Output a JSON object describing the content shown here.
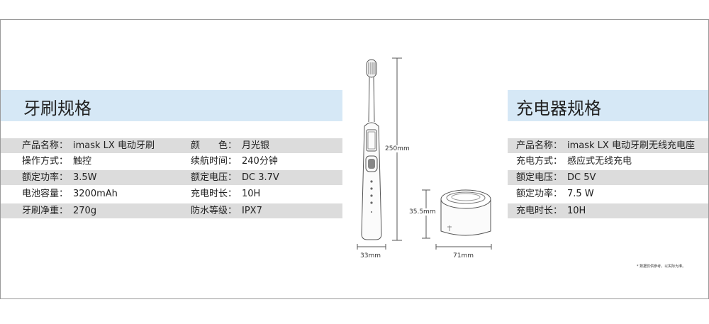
{
  "brush": {
    "title": "牙刷规格",
    "specs": [
      {
        "label": "产品名称：",
        "value": "imask LX 电动牙刷",
        "label2": "颜　　色：",
        "value2": "月光银"
      },
      {
        "label": "操作方式：",
        "value": "触控",
        "label2": "续航时间：",
        "value2": "240分钟"
      },
      {
        "label": "额定功率：",
        "value": "3.5W",
        "label2": "额定电压：",
        "value2": "DC 3.7V"
      },
      {
        "label": "电池容量：",
        "value": "3200mAh",
        "label2": "充电时长：",
        "value2": "10H"
      },
      {
        "label": "牙刷净重：",
        "value": "270g",
        "label2": "防水等级：",
        "value2": "IPX7"
      }
    ]
  },
  "charger": {
    "title": "充电器规格",
    "specs": [
      {
        "label": "产品名称：",
        "value": "imask LX 电动牙刷无线充电座"
      },
      {
        "label": "充电方式：",
        "value": "感应式无线充电"
      },
      {
        "label": "额定电压：",
        "value": "DC 5V"
      },
      {
        "label": "额定功率：",
        "value": "7.5 W"
      },
      {
        "label": "充电时长：",
        "value": "10H"
      }
    ]
  },
  "dimensions": {
    "brush_height": "250mm",
    "brush_width": "33mm",
    "charger_height": "35.5mm",
    "charger_width": "71mm"
  },
  "footnote": "* 数据仅供参考，以实际为准。",
  "colors": {
    "band": "#d6e8f6",
    "row_shade": "#dcdcdc",
    "line": "#555555"
  }
}
